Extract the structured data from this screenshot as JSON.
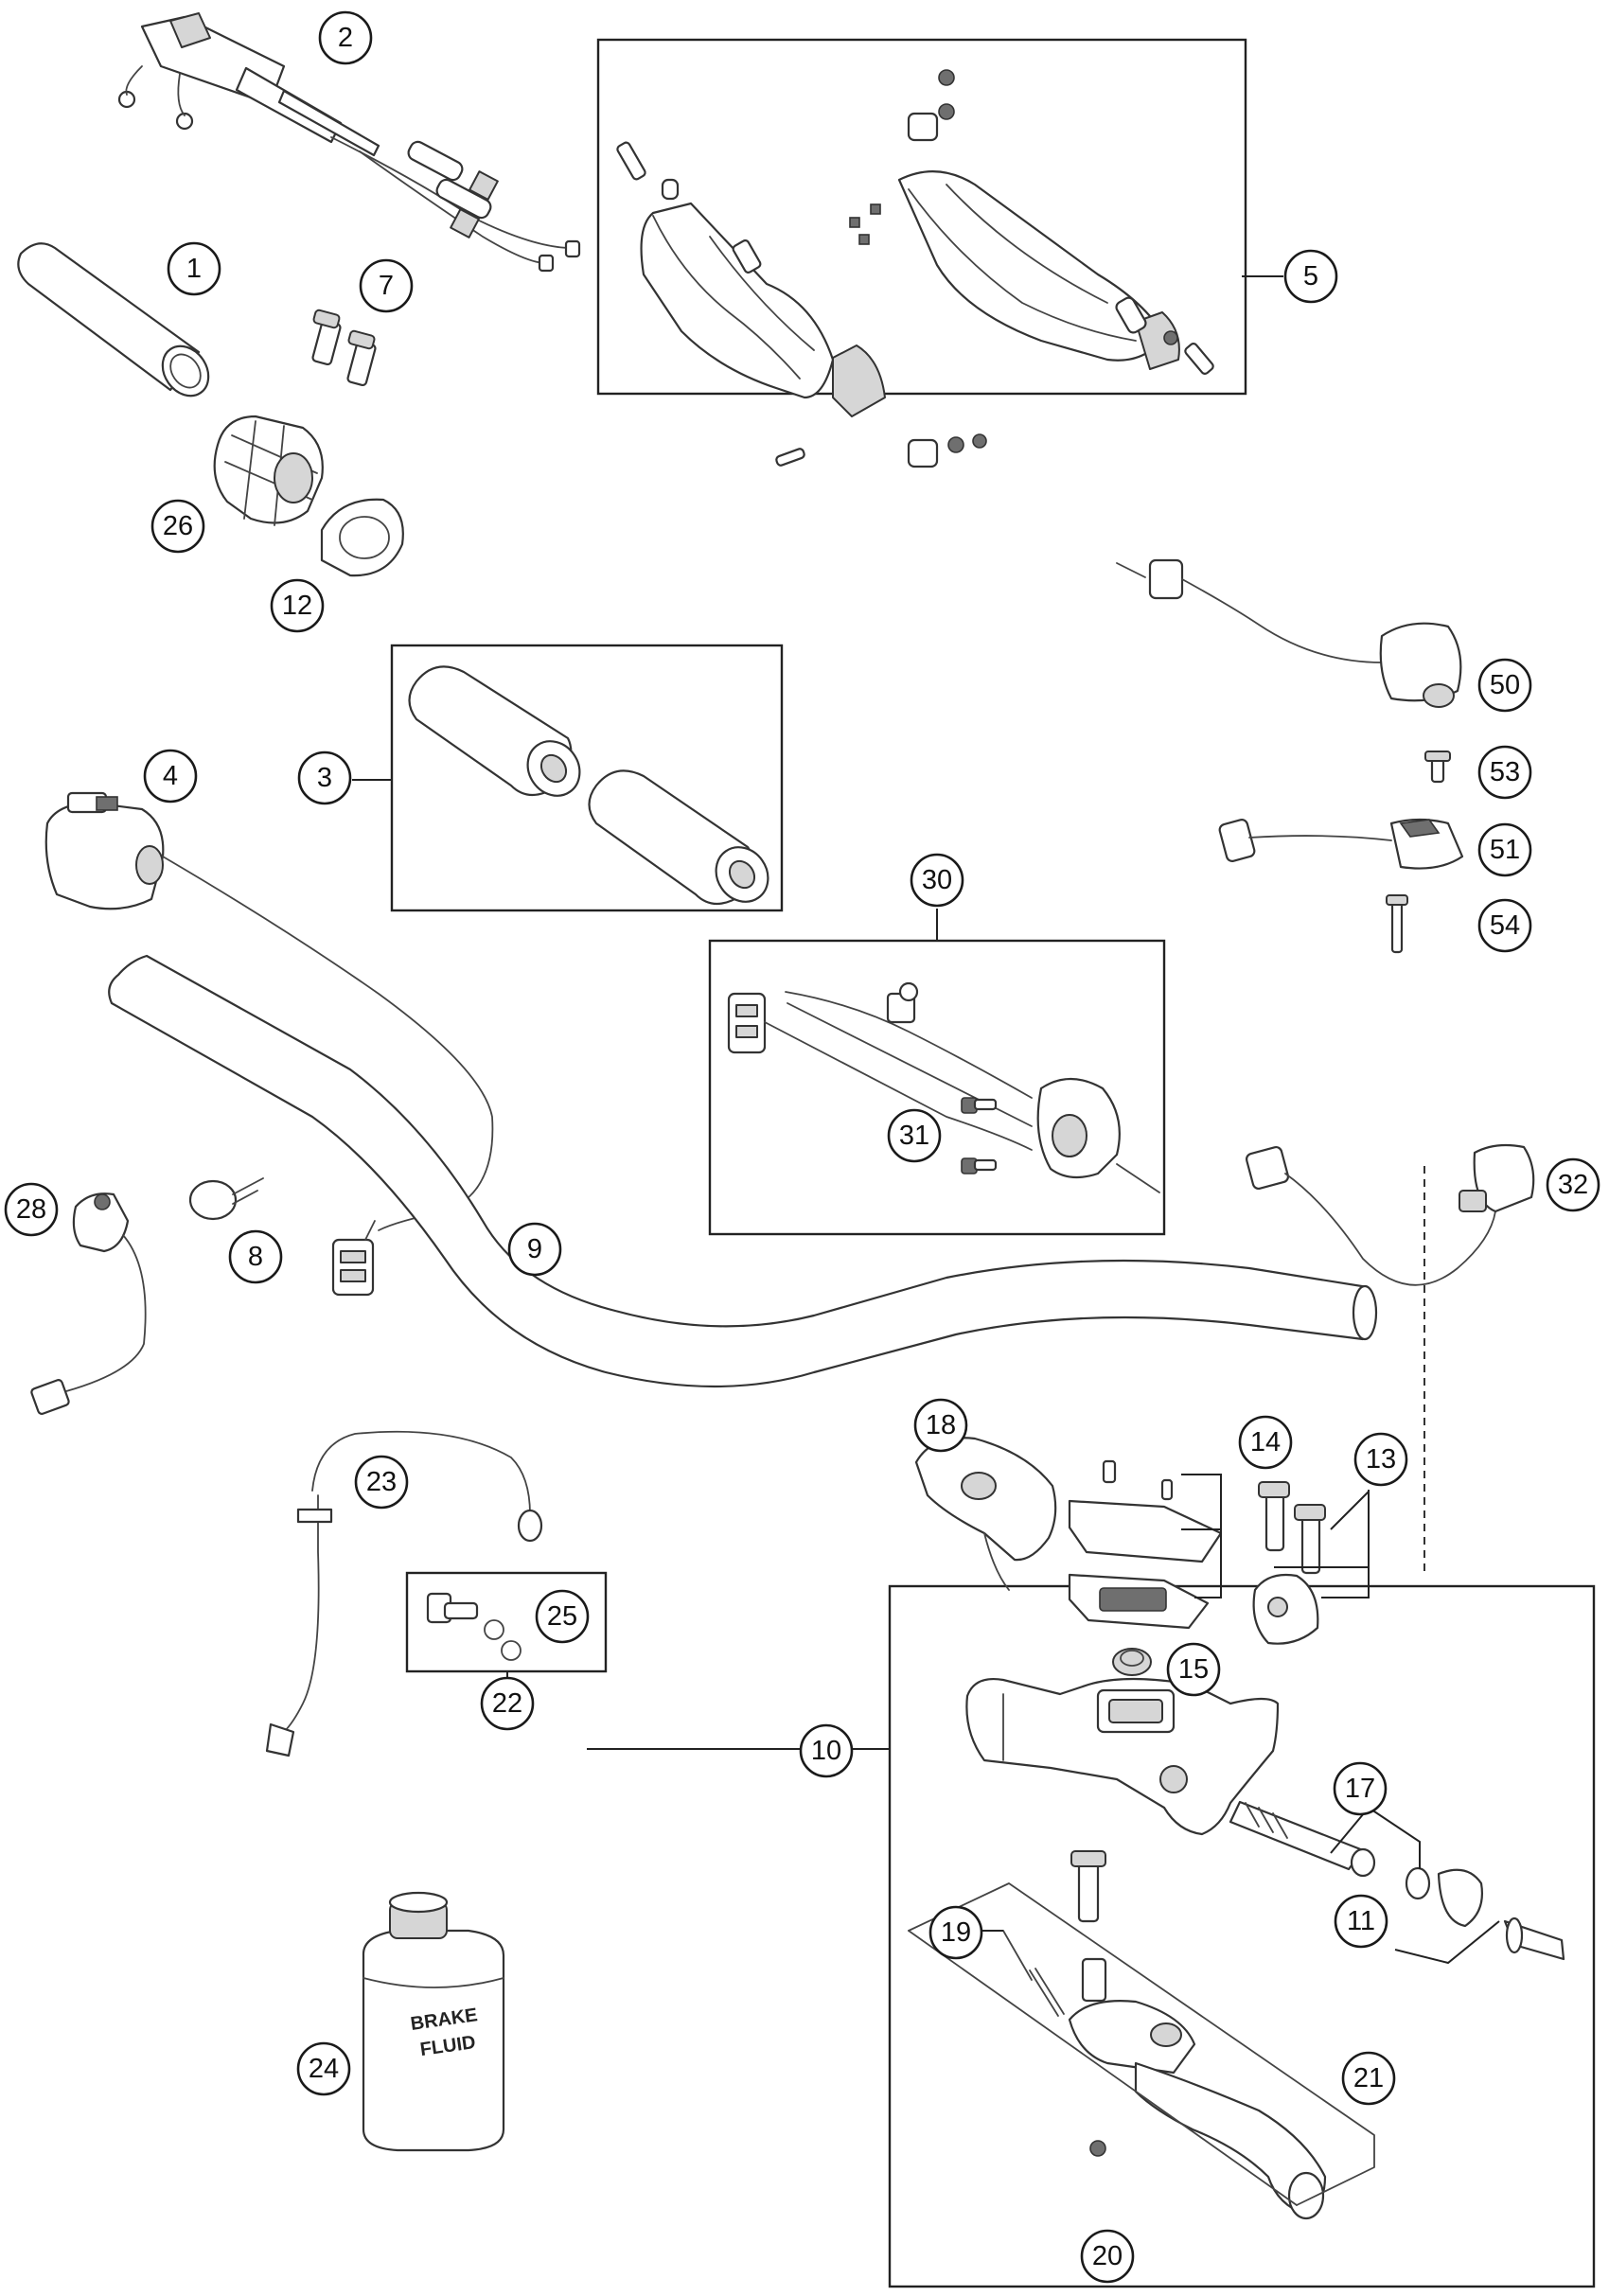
{
  "callouts": [
    {
      "id": "1",
      "label": "1"
    },
    {
      "id": "2",
      "label": "2"
    },
    {
      "id": "3",
      "label": "3"
    },
    {
      "id": "4",
      "label": "4"
    },
    {
      "id": "5",
      "label": "5"
    },
    {
      "id": "7",
      "label": "7"
    },
    {
      "id": "8",
      "label": "8"
    },
    {
      "id": "9",
      "label": "9"
    },
    {
      "id": "10",
      "label": "10"
    },
    {
      "id": "11",
      "label": "11"
    },
    {
      "id": "12",
      "label": "12"
    },
    {
      "id": "13",
      "label": "13"
    },
    {
      "id": "14",
      "label": "14"
    },
    {
      "id": "15",
      "label": "15"
    },
    {
      "id": "17",
      "label": "17"
    },
    {
      "id": "18",
      "label": "18"
    },
    {
      "id": "19",
      "label": "19"
    },
    {
      "id": "20",
      "label": "20"
    },
    {
      "id": "21",
      "label": "21"
    },
    {
      "id": "22",
      "label": "22"
    },
    {
      "id": "23",
      "label": "23"
    },
    {
      "id": "24",
      "label": "24"
    },
    {
      "id": "25",
      "label": "25"
    },
    {
      "id": "26",
      "label": "26"
    },
    {
      "id": "28",
      "label": "28"
    },
    {
      "id": "30",
      "label": "30"
    },
    {
      "id": "31",
      "label": "31"
    },
    {
      "id": "32",
      "label": "32"
    },
    {
      "id": "50",
      "label": "50"
    },
    {
      "id": "51",
      "label": "51"
    },
    {
      "id": "53",
      "label": "53"
    },
    {
      "id": "54",
      "label": "54"
    }
  ],
  "bottle_label": {
    "line1": "BRAKE",
    "line2": "FLUID"
  }
}
